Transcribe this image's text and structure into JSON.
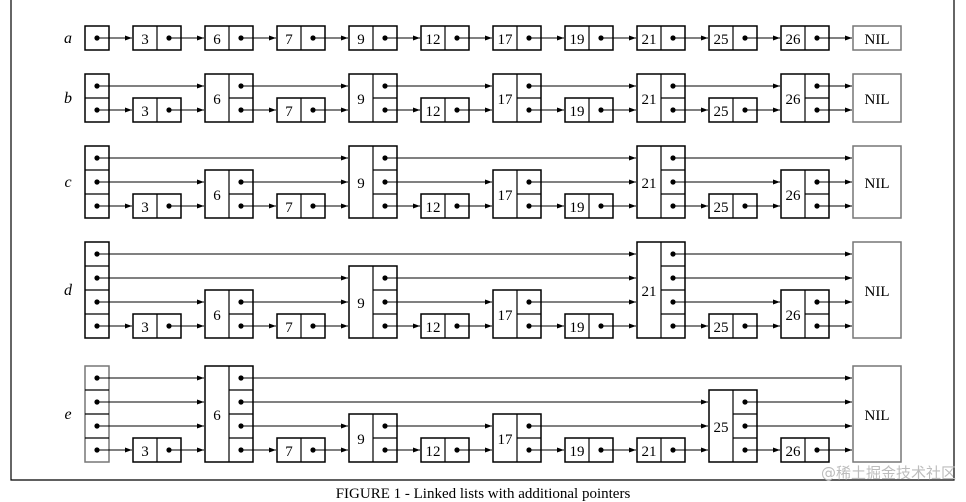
{
  "caption": "FIGURE 1 - Linked lists with additional pointers",
  "watermark": "@稀土掘金技术社区",
  "nil_label": "NIL",
  "rows": [
    {
      "label": "a",
      "heights": [
        1,
        1,
        1,
        1,
        1,
        1,
        1,
        1,
        1,
        1,
        1,
        1
      ],
      "keys": [
        "",
        "3",
        "6",
        "7",
        "9",
        "12",
        "17",
        "19",
        "21",
        "25",
        "26"
      ]
    },
    {
      "label": "b",
      "heights": [
        2,
        1,
        2,
        1,
        2,
        1,
        2,
        1,
        2,
        1,
        2,
        2
      ],
      "keys": [
        "",
        "3",
        "6",
        "7",
        "9",
        "12",
        "17",
        "19",
        "21",
        "25",
        "26"
      ]
    },
    {
      "label": "c",
      "heights": [
        3,
        1,
        2,
        1,
        3,
        1,
        2,
        1,
        3,
        1,
        2,
        3
      ],
      "keys": [
        "",
        "3",
        "6",
        "7",
        "9",
        "12",
        "17",
        "19",
        "21",
        "25",
        "26"
      ]
    },
    {
      "label": "d",
      "heights": [
        4,
        1,
        2,
        1,
        3,
        1,
        2,
        1,
        4,
        1,
        2,
        4
      ],
      "keys": [
        "",
        "3",
        "6",
        "7",
        "9",
        "12",
        "17",
        "19",
        "21",
        "25",
        "26"
      ]
    },
    {
      "label": "e",
      "heights": [
        4,
        1,
        4,
        1,
        2,
        1,
        2,
        1,
        1,
        3,
        1,
        4
      ],
      "keys": [
        "",
        "3",
        "6",
        "7",
        "9",
        "12",
        "17",
        "19",
        "21",
        "25",
        "26"
      ]
    }
  ]
}
